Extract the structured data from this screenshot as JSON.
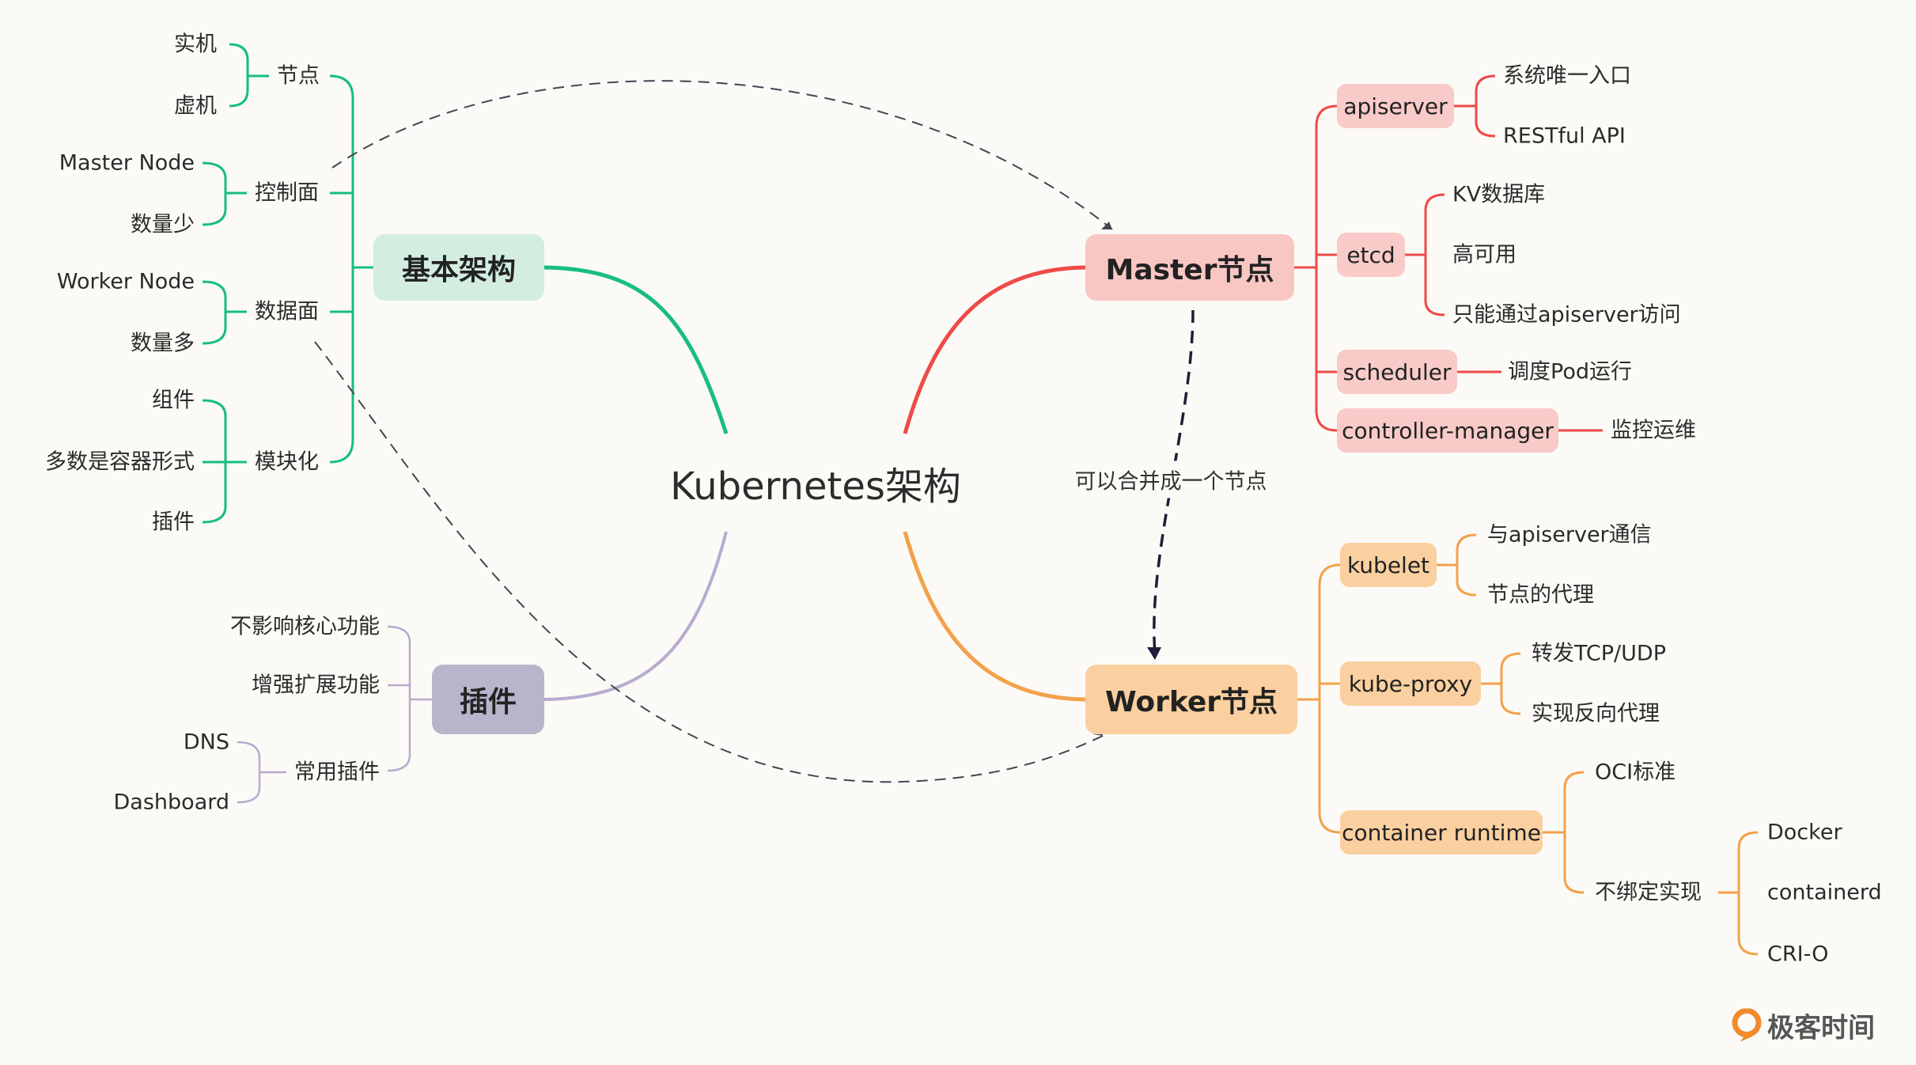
{
  "center": {
    "title": "Kubernetes架构"
  },
  "colors": {
    "basic": "#17be7e",
    "master": "#ee4a48",
    "worker": "#f3a14a",
    "plugin": "#b6acce",
    "link": "#444455"
  },
  "branches": {
    "basic": {
      "label": "基本架构",
      "groups": [
        {
          "label": "节点",
          "leaves": [
            "实机",
            "虚机"
          ]
        },
        {
          "label": "控制面",
          "leaves": [
            "Master Node",
            "数量少"
          ]
        },
        {
          "label": "数据面",
          "leaves": [
            "Worker Node",
            "数量多"
          ]
        },
        {
          "label": "模块化",
          "leaves": [
            "组件",
            "多数是容器形式",
            "插件"
          ]
        }
      ]
    },
    "plugin": {
      "label": "插件",
      "items": [
        "不影响核心功能",
        "增强扩展功能",
        "常用插件"
      ],
      "common": [
        "DNS",
        "Dashboard"
      ]
    },
    "master": {
      "label": "Master节点",
      "components": [
        {
          "label": "apiserver",
          "leaves": [
            "系统唯一入口",
            "RESTful API"
          ]
        },
        {
          "label": "etcd",
          "leaves": [
            "KV数据库",
            "高可用",
            "只能通过apiserver访问"
          ]
        },
        {
          "label": "scheduler",
          "leaves": [
            "调度Pod运行"
          ]
        },
        {
          "label": "controller-manager",
          "leaves": [
            "监控运维"
          ]
        }
      ]
    },
    "worker": {
      "label": "Worker节点",
      "components": [
        {
          "label": "kubelet",
          "leaves": [
            "与apiserver通信",
            "节点的代理"
          ]
        },
        {
          "label": "kube-proxy",
          "leaves": [
            "转发TCP/UDP",
            "实现反向代理"
          ]
        },
        {
          "label": "container runtime",
          "leaves": [
            "OCI标准",
            "不绑定实现"
          ]
        }
      ],
      "runtimes": [
        "Docker",
        "containerd",
        "CRI-O"
      ]
    }
  },
  "merge_label": "可以合并成一个节点",
  "brand": "极客时间"
}
